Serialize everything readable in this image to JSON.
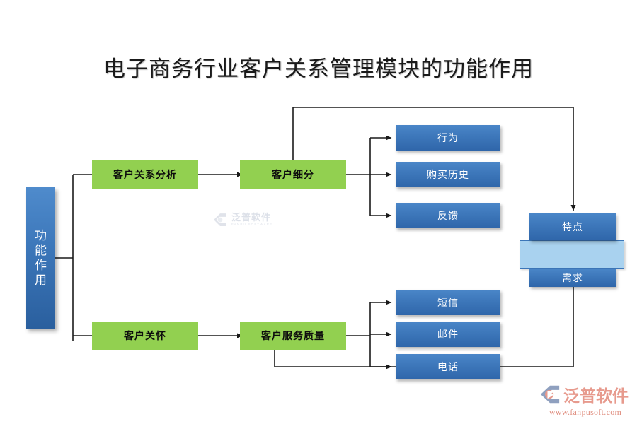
{
  "title": "电子商务行业客户关系管理模块的功能作用",
  "nodes": {
    "root": {
      "label": "功能作用",
      "chars": [
        "功",
        "能",
        "作",
        "用"
      ]
    },
    "branch_top": {
      "label": "客户关系分析"
    },
    "branch_top_next": {
      "label": "客户细分"
    },
    "branch_bottom": {
      "label": "客户关怀"
    },
    "branch_bottom_next": {
      "label": "客户服务质量"
    },
    "segment_items": [
      {
        "label": "行为"
      },
      {
        "label": "购买历史"
      },
      {
        "label": "反馈"
      }
    ],
    "contact_items": [
      {
        "label": "短信"
      },
      {
        "label": "邮件"
      },
      {
        "label": "电话"
      }
    ],
    "profile_items": [
      {
        "label": "特点"
      },
      {
        "label": ""
      },
      {
        "label": "需求"
      }
    ]
  },
  "watermark": {
    "cn": "泛普软件",
    "en": "FANPU SOFTWARE"
  },
  "logo": {
    "cn": "泛普软件",
    "url": "www.fanpusoft.com"
  },
  "colors": {
    "green": "#92D050",
    "blue": "#3D77BA",
    "blue_dark": "#2A5F9E",
    "light_blue": "#A9D2EF",
    "line": "#000000",
    "logo_accent": "#E79A8D"
  }
}
